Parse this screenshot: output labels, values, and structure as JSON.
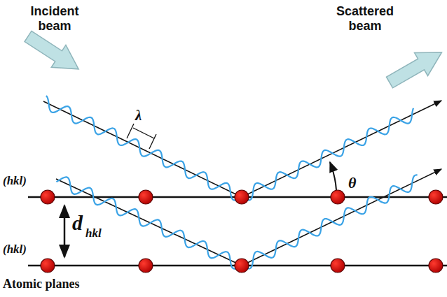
{
  "diagram": {
    "labels": [
      "Incident beam",
      "Scattered beam",
      "λ",
      "(hkl)",
      "θ",
      "d",
      "hkl",
      "(hkl)",
      "Atomic planes"
    ]
  }
}
